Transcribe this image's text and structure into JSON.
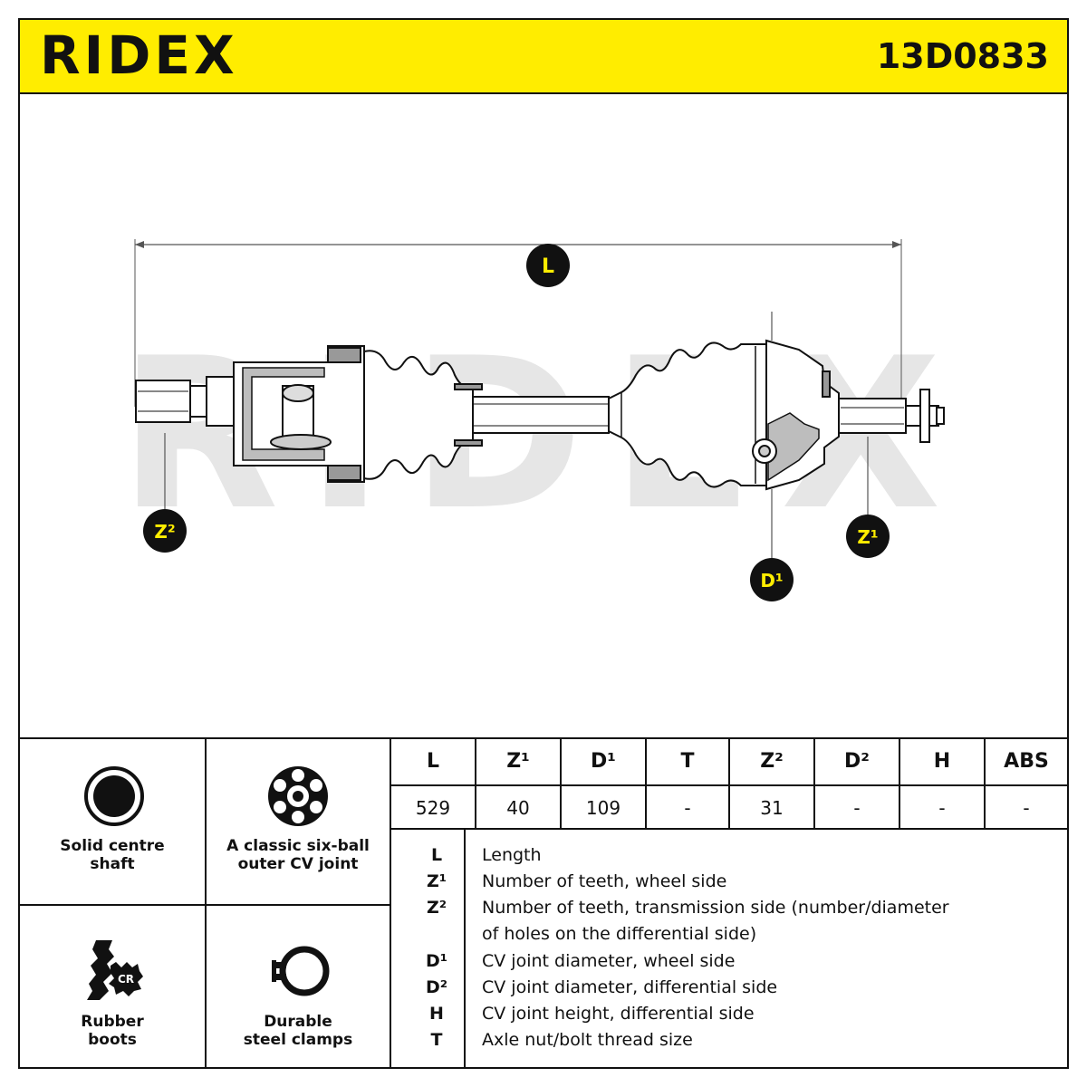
{
  "header": {
    "brand": "RIDEX",
    "part_number": "13D0833",
    "background_color": "#ffed00"
  },
  "drawing": {
    "watermark": "RIDEX",
    "markers": {
      "L": "L",
      "Z2": "Z²",
      "Z1": "Z¹",
      "D1": "D¹"
    }
  },
  "features": [
    {
      "icon": "solid-shaft-icon",
      "label_line1": "Solid centre",
      "label_line2": "shaft"
    },
    {
      "icon": "six-ball-joint-icon",
      "label_line1": "A classic six-ball",
      "label_line2": "outer CV joint"
    },
    {
      "icon": "rubber-boot-icon",
      "badge": "CR",
      "label_line1": "Rubber",
      "label_line2": "boots"
    },
    {
      "icon": "steel-clamp-icon",
      "label_line1": "Durable",
      "label_line2": "steel clamps"
    }
  ],
  "spec_table": {
    "headers": [
      "L",
      "Z¹",
      "D¹",
      "T",
      "Z²",
      "D²",
      "H",
      "ABS"
    ],
    "values": [
      "529",
      "40",
      "109",
      "-",
      "31",
      "-",
      "-",
      "-"
    ]
  },
  "glossary": [
    {
      "symbol": "L",
      "text": "Length"
    },
    {
      "symbol": "Z¹",
      "text": "Number of teeth, wheel side"
    },
    {
      "symbol": "Z²",
      "text": "Number of teeth, transmission side (number/diameter"
    },
    {
      "symbol": "",
      "text": "of holes on the differential side)"
    },
    {
      "symbol": "D¹",
      "text": "CV joint diameter, wheel side"
    },
    {
      "symbol": "D²",
      "text": "CV joint diameter, differential side"
    },
    {
      "symbol": "H",
      "text": "CV joint height, differential side"
    },
    {
      "symbol": "T",
      "text": "Axle nut/bolt thread size"
    }
  ]
}
